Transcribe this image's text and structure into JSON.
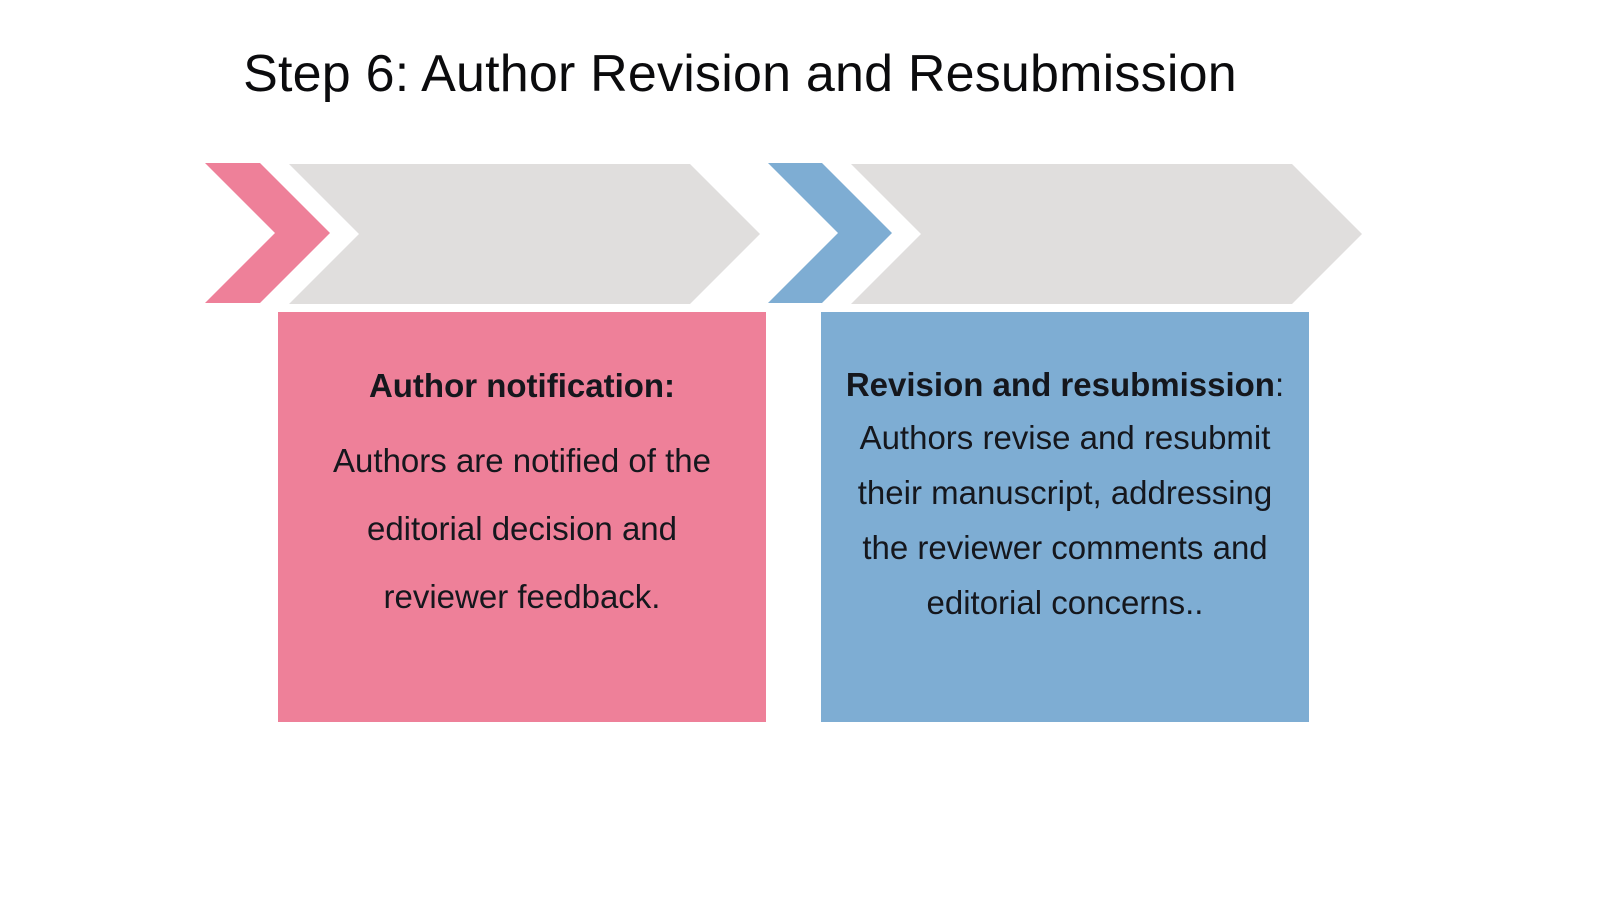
{
  "slide": {
    "title": "Step 6: Author Revision and Resubmission",
    "background_color": "#ffffff"
  },
  "colors": {
    "pink": "#ee8099",
    "blue": "#7eadd3",
    "gray": "#e0dedd",
    "text": "#15171d",
    "title_text": "#0b0b0d",
    "gap": "#ffffff"
  },
  "process_band": {
    "type": "chevron-band",
    "segments": [
      {
        "name": "pink-chevron-arrow",
        "color": "#ee8099",
        "label": ""
      },
      {
        "name": "gray-chevron-segment-1",
        "color": "#e0dedd",
        "label": ""
      },
      {
        "name": "blue-chevron-arrow",
        "color": "#7eadd3",
        "label": ""
      },
      {
        "name": "gray-chevron-segment-2",
        "color": "#e0dedd",
        "label": ""
      }
    ]
  },
  "cards": [
    {
      "id": "author-notification",
      "accent": "#ee8099",
      "heading": "Author notification:",
      "heading_colon": "",
      "body": "Authors are notified of the editorial decision and reviewer feedback."
    },
    {
      "id": "revision-and-resubmission",
      "accent": "#7eadd3",
      "heading": "Revision and resubmission",
      "heading_colon": ":",
      "body": "Authors revise and resubmit their manuscript, addressing the reviewer comments and editorial concerns.."
    }
  ]
}
